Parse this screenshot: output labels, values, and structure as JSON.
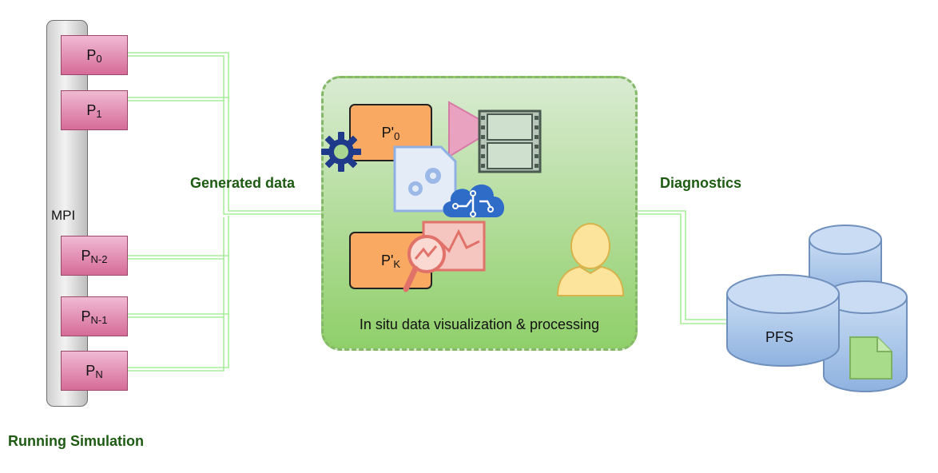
{
  "simulation": {
    "label": "MPI",
    "caption": "Running Simulation",
    "processes": [
      {
        "base": "P",
        "sub": "0"
      },
      {
        "base": "P",
        "sub": "1"
      },
      {
        "base": "P",
        "sub": "N-2"
      },
      {
        "base": "P",
        "sub": "N-1"
      },
      {
        "base": "P",
        "sub": "N"
      }
    ]
  },
  "edges": {
    "generated_label": "Generated data",
    "diagnostics_label": "Diagnostics"
  },
  "insitu": {
    "label": "In situ data visualization & processing",
    "tasks": [
      {
        "base": "P'",
        "sub": "0"
      },
      {
        "base": "P'",
        "sub": "K"
      }
    ],
    "icons": [
      "gear-icon",
      "filter-funnel-icon",
      "film-strip-icon",
      "settings-document-icon",
      "brain-cloud-icon",
      "chart-magnifier-icon",
      "user-icon"
    ]
  },
  "storage": {
    "label": "PFS",
    "icons": [
      "database-cylinder-icon",
      "document-icon"
    ]
  },
  "colors": {
    "process_fill": "#e28fb4",
    "task_fill": "#f9a962",
    "insitu_fill": "#a9dc8a",
    "wire": "#a6ee98",
    "caption_text": "#1e5b12",
    "storage_fill": "#9dbde3"
  }
}
